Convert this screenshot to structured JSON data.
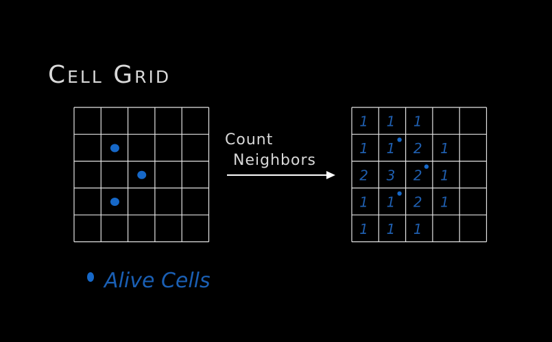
{
  "title": "Cell Grid",
  "arrow_label_line1": "Count",
  "arrow_label_line2": "Neighbors",
  "legend_label": "Alive Cells",
  "colors": {
    "background": "#000000",
    "grid": "#e6e6e6",
    "text": "#d9d9d9",
    "alive": "#1668c8",
    "counts": "#1f5fb0"
  },
  "grid_size": 5,
  "alive_cells": [
    [
      1,
      1
    ],
    [
      2,
      2
    ],
    [
      3,
      1
    ]
  ],
  "neighbor_counts": [
    [
      "1",
      "1",
      "1",
      "",
      ""
    ],
    [
      "1",
      "1",
      "2",
      "1",
      ""
    ],
    [
      "2",
      "3",
      "2",
      "1",
      ""
    ],
    [
      "1",
      "1",
      "2",
      "1",
      ""
    ],
    [
      "1",
      "1",
      "1",
      "",
      ""
    ]
  ],
  "marked_cells": [
    [
      1,
      1
    ],
    [
      2,
      2
    ],
    [
      3,
      1
    ]
  ]
}
